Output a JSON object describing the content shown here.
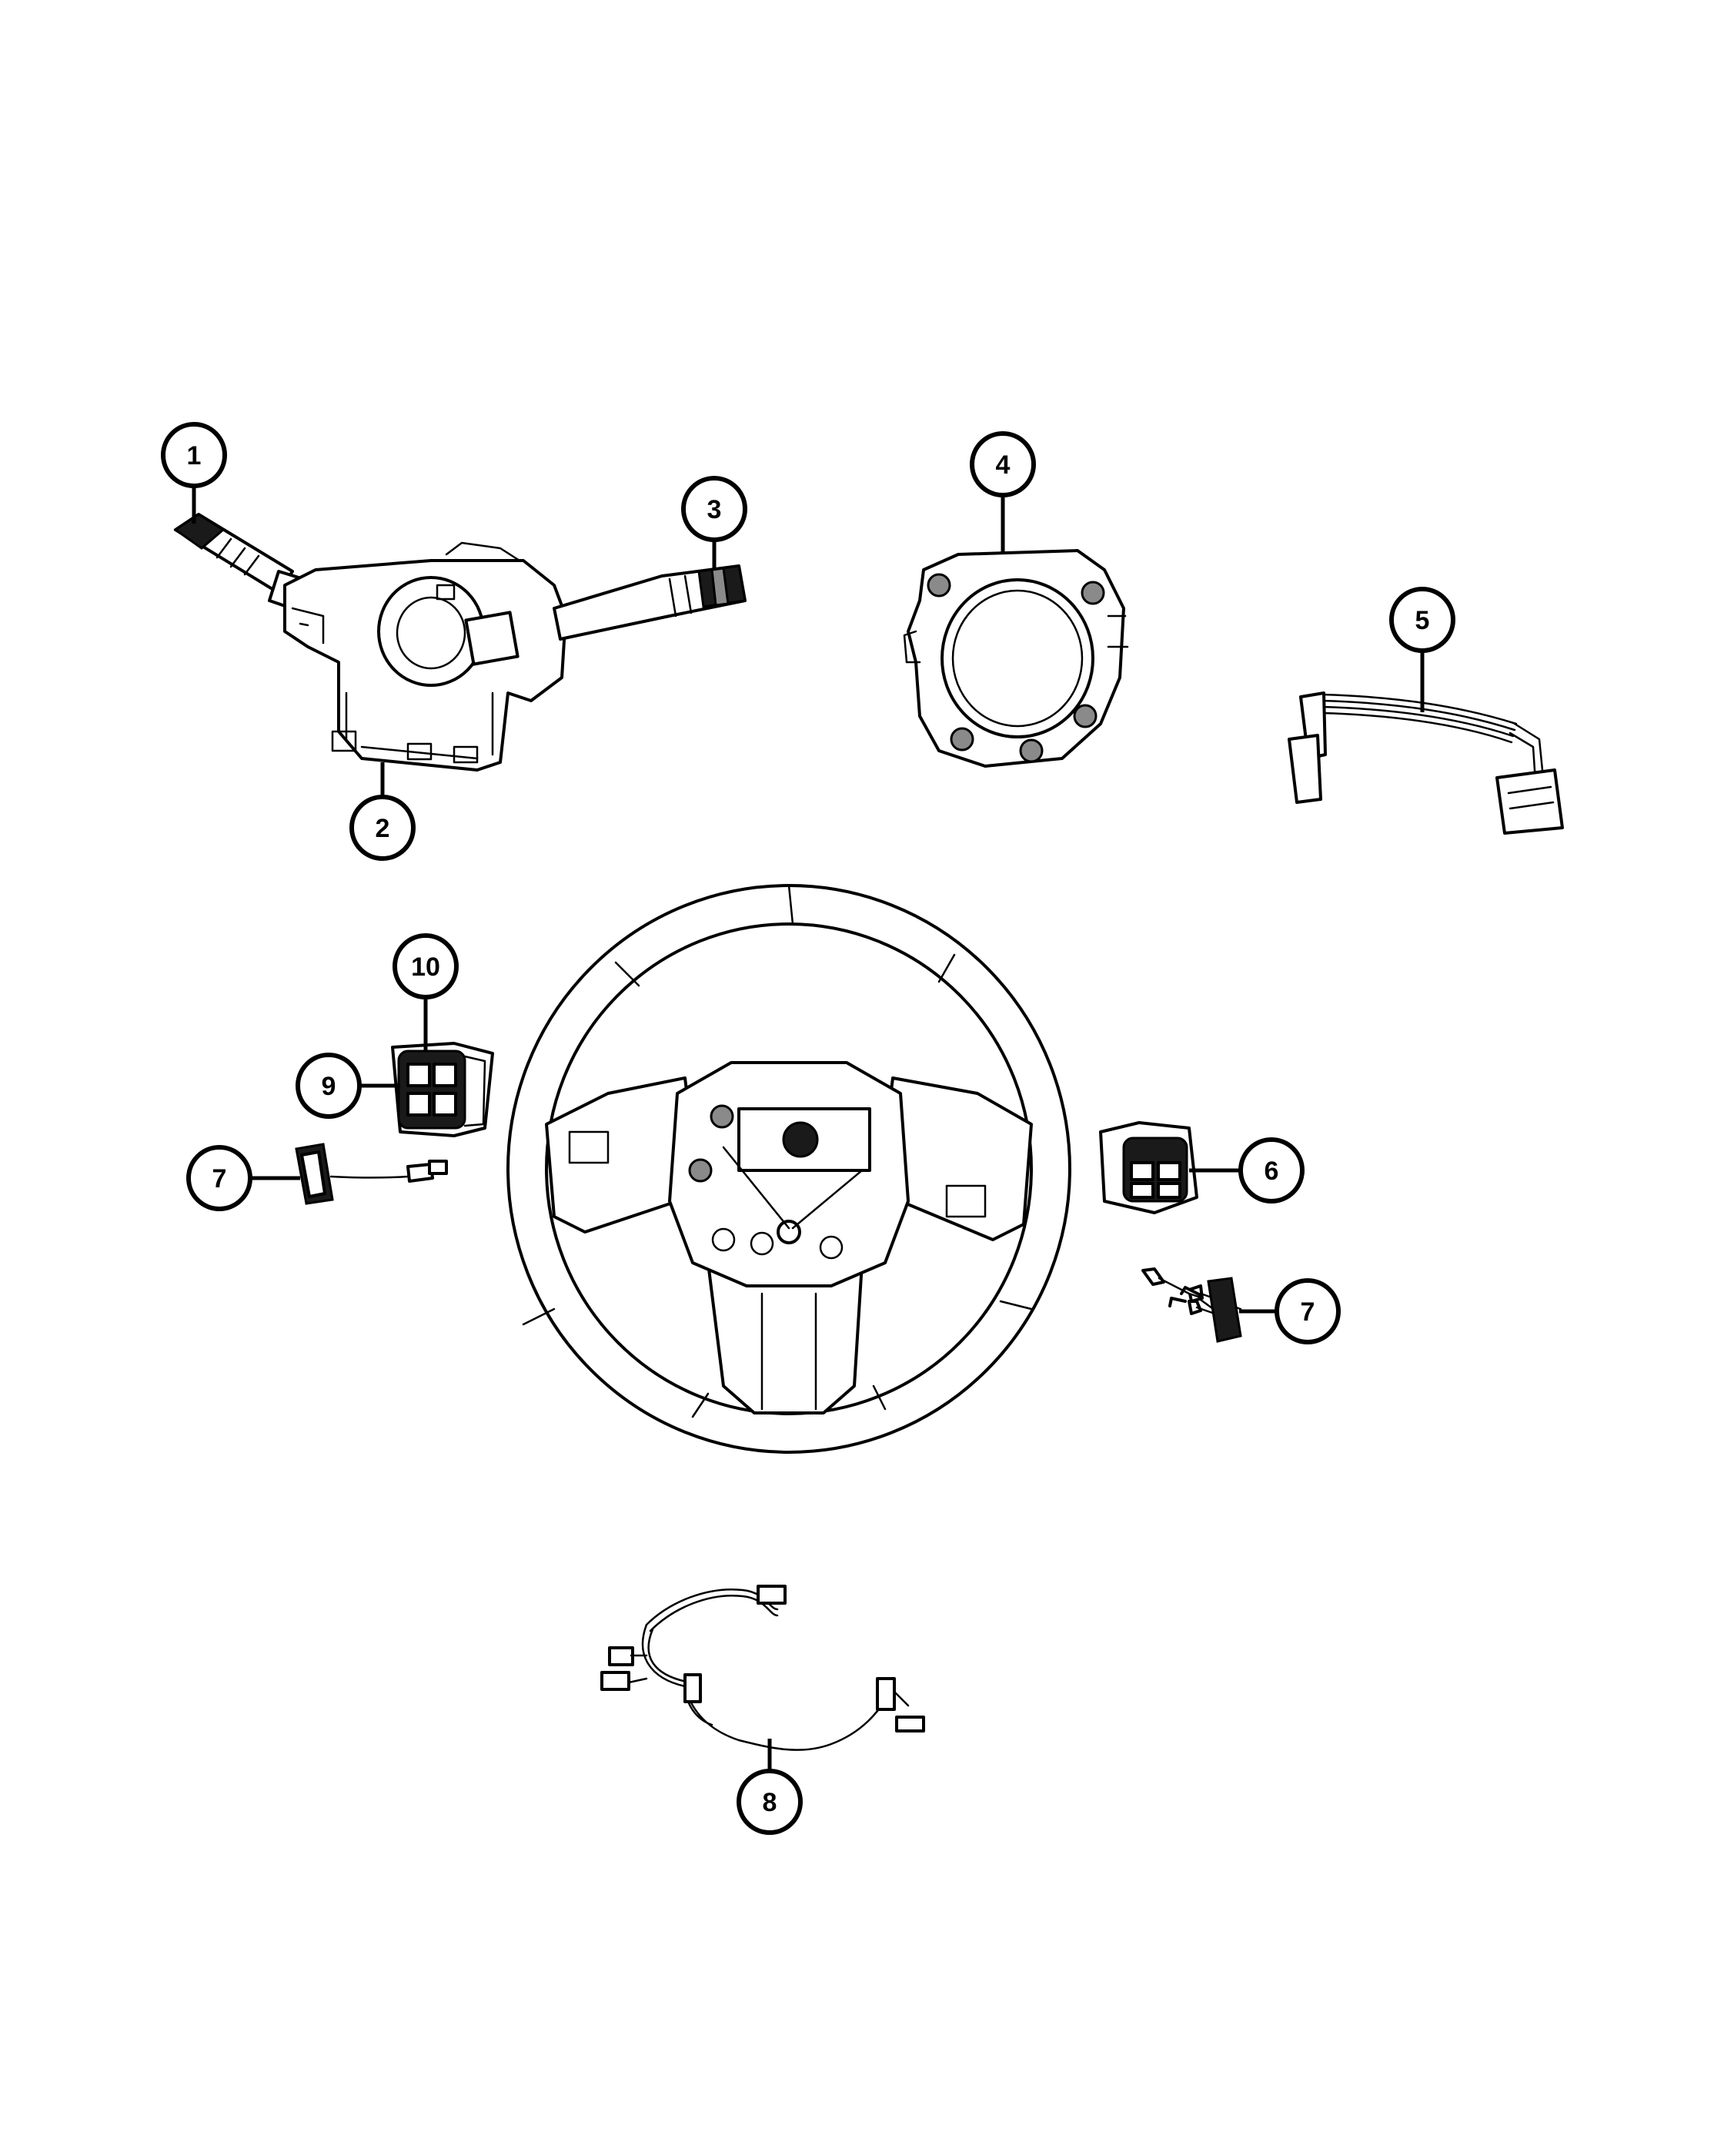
{
  "colors": {
    "line": "#000000",
    "background": "#ffffff"
  },
  "callouts": [
    {
      "id": "c1",
      "label": "1"
    },
    {
      "id": "c2",
      "label": "2"
    },
    {
      "id": "c3",
      "label": "3"
    },
    {
      "id": "c4",
      "label": "4"
    },
    {
      "id": "c5",
      "label": "5"
    },
    {
      "id": "c6",
      "label": "6"
    },
    {
      "id": "c7a",
      "label": "7"
    },
    {
      "id": "c7b",
      "label": "7"
    },
    {
      "id": "c8",
      "label": "8"
    },
    {
      "id": "c9",
      "label": "9"
    },
    {
      "id": "c10",
      "label": "10"
    }
  ]
}
